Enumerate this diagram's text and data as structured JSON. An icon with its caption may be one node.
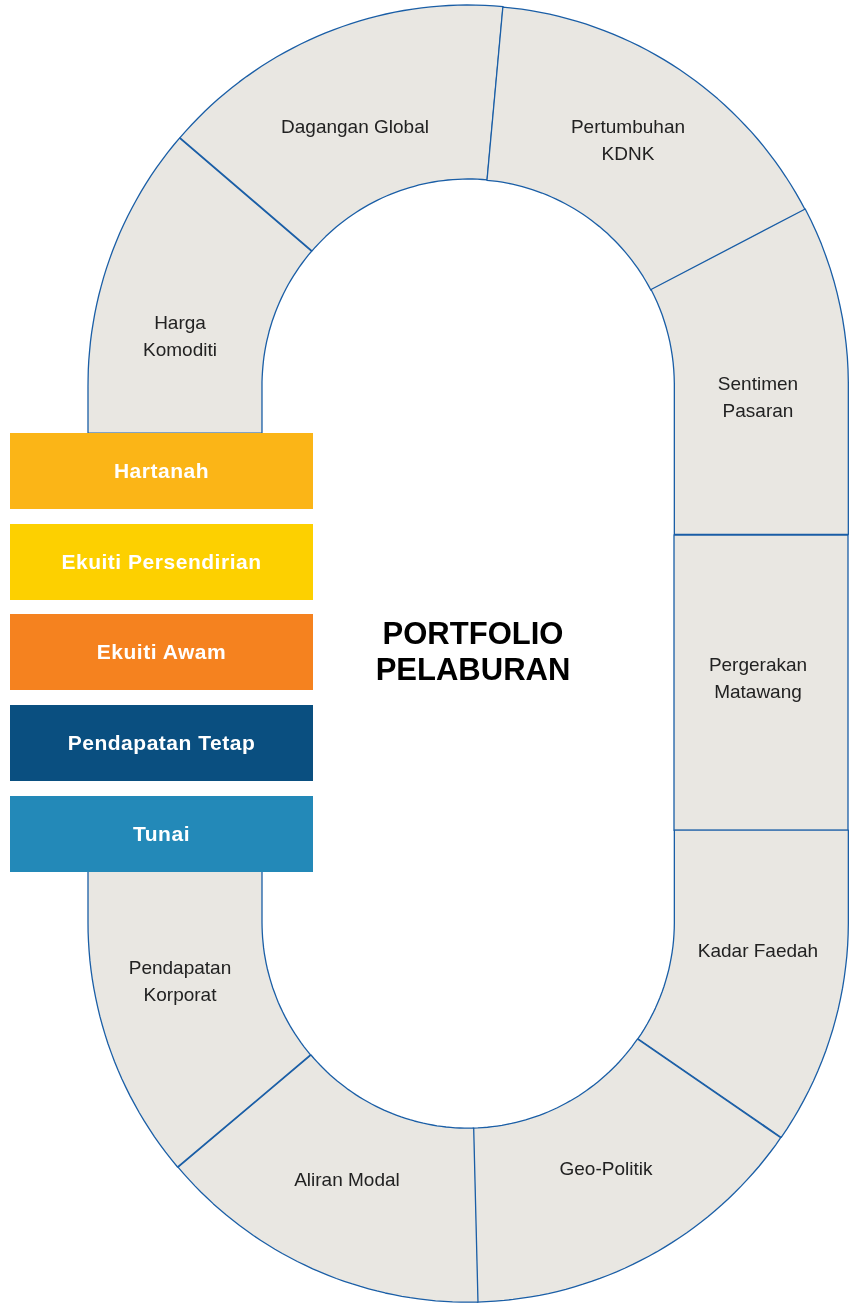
{
  "diagram": {
    "nodes": [
      {
        "text": [
          "Harga Komoditi"
        ]
      },
      {
        "text": [
          "Dagangan Global"
        ]
      },
      {
        "text": [
          "Pertumbuhan KDNK"
        ]
      },
      {
        "text": [
          "Sentimen Pasaran"
        ]
      },
      {
        "text": [
          "Pergerakan Matawang"
        ]
      },
      {
        "text": [
          "Kadar Faedah"
        ]
      },
      {
        "text": [
          "Geo-Politik"
        ]
      },
      {
        "text": [
          "Aliran Modal"
        ]
      },
      {
        "text": [
          "Pendapatan Korporat"
        ]
      },
      {
        "text": [
          "Hartanah"
        ]
      },
      {
        "text": [
          "Ekuiti Persendirian"
        ]
      },
      {
        "text": [
          "Ekuiti Awam"
        ]
      },
      {
        "text": [
          "Pendapatan Tetap"
        ]
      },
      {
        "text": [
          "Tunai"
        ]
      }
    ],
    "labels": [
      "PORTFOLIO PELABURAN"
    ]
  }
}
